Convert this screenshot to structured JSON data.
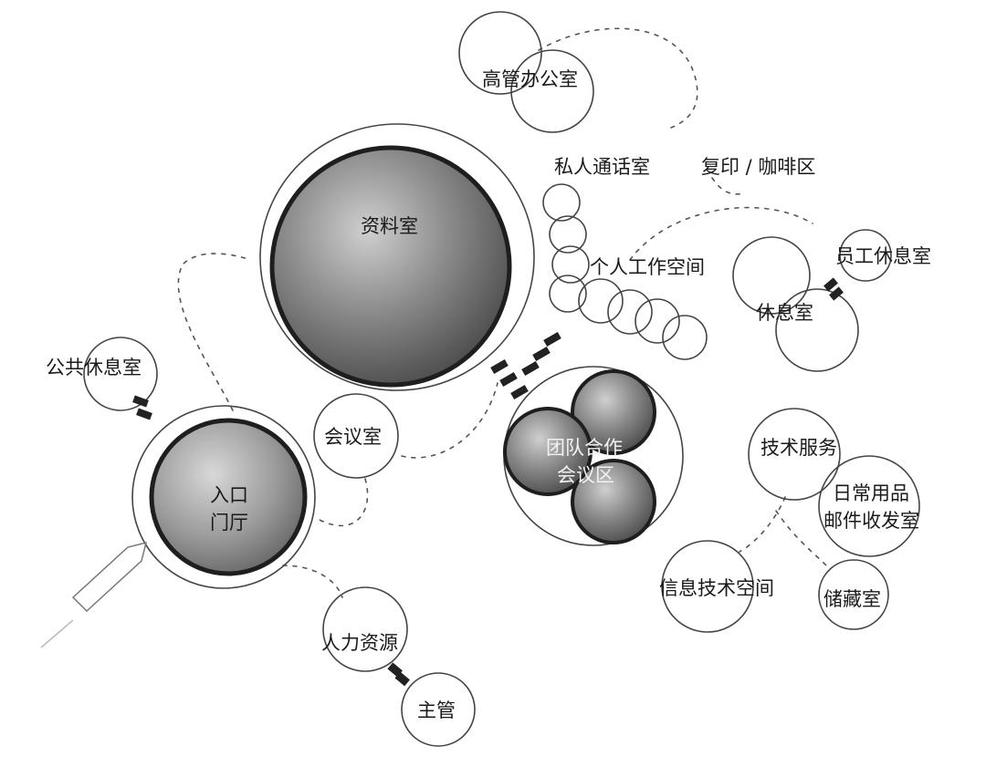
{
  "diagram": {
    "spaces": {
      "executive_office": "高管办公室",
      "private_call_room": "私人通话室",
      "copy_coffee": "复印 / 咖啡区",
      "archive_room": "资料室",
      "personal_workspace": "个人工作空间",
      "staff_lounge": "员工休息室",
      "lounge": "休息室",
      "public_lounge": "公共休息室",
      "meeting_room": "会议室",
      "team_meeting_line1": "团队合作",
      "team_meeting_line2": "会议区",
      "entrance_line1": "入口",
      "entrance_line2": "门厅",
      "tech_service": "技术服务",
      "supplies_line1": "日常用品",
      "supplies_line2": "邮件收发室",
      "it_space": "信息技术空间",
      "storage": "储藏室",
      "hr": "人力资源",
      "supervisor": "主管"
    },
    "colors": {
      "ink": "#222222",
      "shade": "#6e6e6e",
      "paper": "#ffffff"
    }
  }
}
